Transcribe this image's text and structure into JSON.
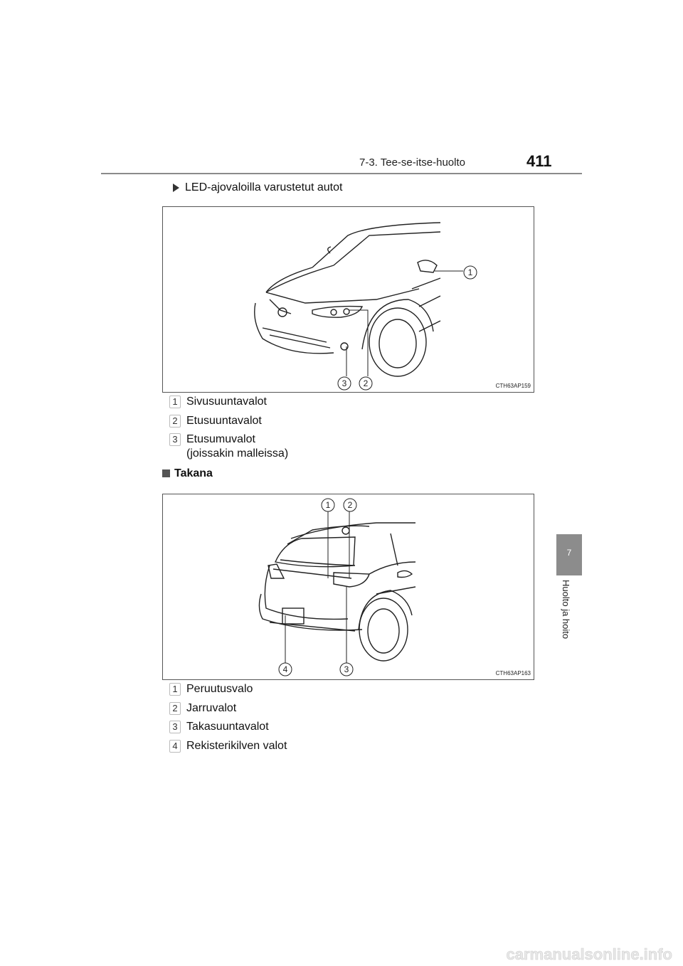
{
  "header": {
    "section": "7-3. Tee-se-itse-huolto",
    "page_number": "411"
  },
  "side_tab": {
    "chapter": "7",
    "label": "Huolto ja hoito"
  },
  "front_section": {
    "bullet": "LED-ajovaloilla varustetut autot"
  },
  "figure1": {
    "code": "CTH63AP159",
    "callouts": [
      "1",
      "2",
      "3"
    ],
    "legend": [
      {
        "num": "1",
        "text": "Sivusuuntavalot"
      },
      {
        "num": "2",
        "text": "Etusuuntavalot"
      },
      {
        "num": "3",
        "text": "Etusumuvalot",
        "text2": "(joissakin malleissa)"
      }
    ]
  },
  "rear_section": {
    "heading": "Takana"
  },
  "figure2": {
    "code": "CTH63AP163",
    "callouts": [
      "1",
      "2",
      "3",
      "4"
    ],
    "legend": [
      {
        "num": "1",
        "text": "Peruutusvalo"
      },
      {
        "num": "2",
        "text": "Jarruvalot"
      },
      {
        "num": "3",
        "text": "Takasuuntavalot"
      },
      {
        "num": "4",
        "text": "Rekisterikilven valot"
      }
    ]
  },
  "watermark": "carmanualsonline.info"
}
